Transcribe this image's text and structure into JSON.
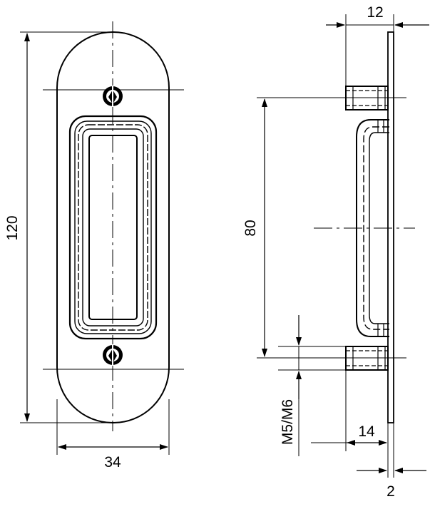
{
  "colors": {
    "line": "#000000",
    "background": "#ffffff"
  },
  "dimensions": {
    "height_total": "120",
    "width_front": "34",
    "depth_total": "12",
    "hole_spacing": "80",
    "thread": "M5/M6",
    "body_depth": "14",
    "plate_thickness": "2"
  }
}
